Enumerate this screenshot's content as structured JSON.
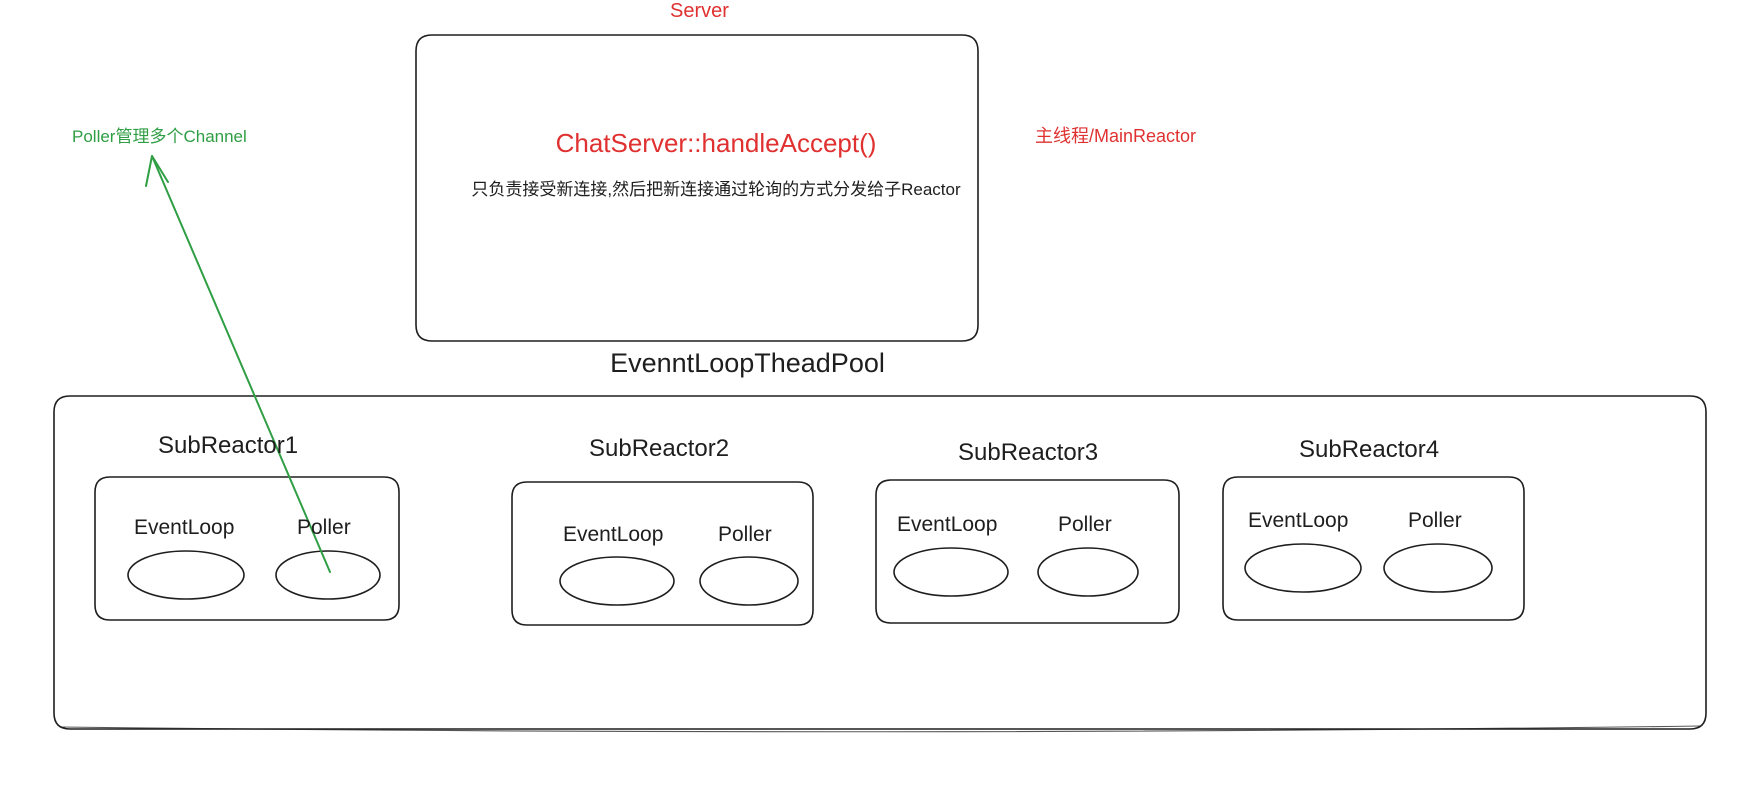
{
  "diagram": {
    "title_top": "Server",
    "colors": {
      "red": "#e03131",
      "green": "#2f9e44",
      "stroke": "#1e1e1e",
      "background": "#ffffff"
    },
    "main_reactor": {
      "function_name": "ChatServer::handleAccept()",
      "description": "只负责接受新连接,然后把新连接通过轮询的方式分发给子Reactor",
      "side_label": "主线程/MainReactor"
    },
    "annotation": {
      "poller_note": "Poller管理多个Channel"
    },
    "pool": {
      "title": "EvenntLoopTheadPool",
      "subreactors": [
        {
          "name": "SubReactor1",
          "event_loop": "EventLoop",
          "poller": "Poller"
        },
        {
          "name": "SubReactor2",
          "event_loop": "EventLoop",
          "poller": "Poller"
        },
        {
          "name": "SubReactor3",
          "event_loop": "EventLoop",
          "poller": "Poller"
        },
        {
          "name": "SubReactor4",
          "event_loop": "EventLoop",
          "poller": "Poller"
        }
      ]
    }
  }
}
